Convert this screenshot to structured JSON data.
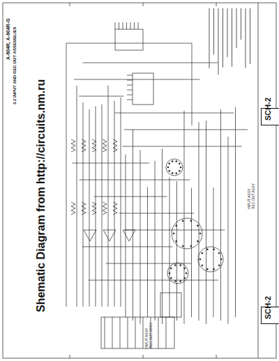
{
  "diagram": {
    "title": "3.2 INPUT AND REC OUT ASSEMBLIES",
    "nodes": [
      {
        "text": [
          "SCH-2"
        ]
      },
      {
        "text": [
          "SCH-2"
        ]
      }
    ],
    "labels": [
      "A-604R, A-604R-G",
      "Shematic Diagram from http://circuits.nm.ru",
      "INPUT ASSY",
      "REC OUT ASSY",
      "INPUT ASSY",
      "REC OUT ASSY"
    ]
  }
}
